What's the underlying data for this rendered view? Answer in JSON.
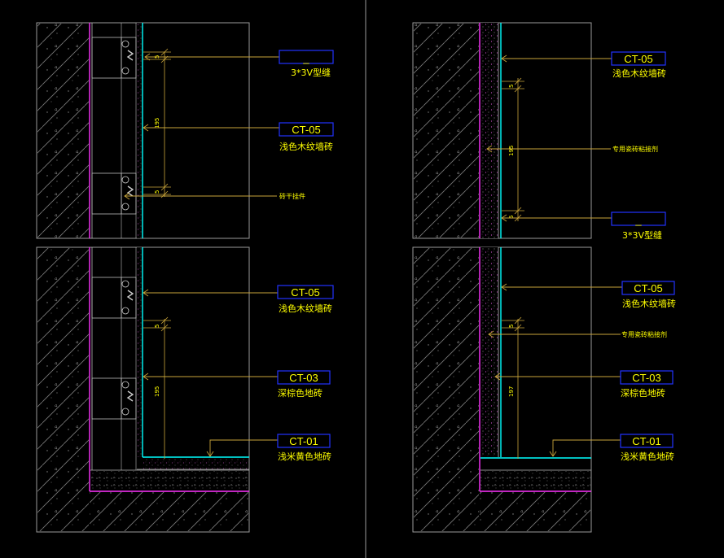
{
  "colors": {
    "background": "#000000",
    "frame": "#9a9a9a",
    "hatch": "#7d7d7d",
    "finish": "#00ffff",
    "backing": "#ff33ff",
    "leader": "#c9a43a",
    "tag_box": "#2233ff",
    "text": "#ffff00"
  },
  "details": {
    "tl": {
      "callouts": [
        {
          "code": "_",
          "desc": "3*3V型缝"
        },
        {
          "code": "CT-05",
          "desc": "浅色木纹墙砖"
        },
        {
          "code": "",
          "desc": "砖干挂件"
        }
      ],
      "dims": [
        "5",
        "195",
        "5"
      ]
    },
    "tr": {
      "callouts": [
        {
          "code": "CT-05",
          "desc": "浅色木纹墙砖"
        },
        {
          "code": "",
          "desc": "专用瓷砖粘接剂"
        },
        {
          "code": "_",
          "desc": "3*3V型缝"
        }
      ],
      "dims": [
        "5",
        "195",
        "5"
      ]
    },
    "bl": {
      "callouts": [
        {
          "code": "CT-05",
          "desc": "浅色木纹墙砖"
        },
        {
          "code": "CT-03",
          "desc": "深棕色地砖"
        },
        {
          "code": "CT-01",
          "desc": "浅米黄色地砖"
        }
      ],
      "dims": [
        "5",
        "195"
      ]
    },
    "br": {
      "callouts": [
        {
          "code": "CT-05",
          "desc": "浅色木纹墙砖"
        },
        {
          "code": "",
          "desc": "专用瓷砖粘接剂"
        },
        {
          "code": "CT-03",
          "desc": "深棕色地砖"
        },
        {
          "code": "CT-01",
          "desc": "浅米黄色地砖"
        }
      ],
      "dims": [
        "5",
        "197"
      ]
    }
  }
}
